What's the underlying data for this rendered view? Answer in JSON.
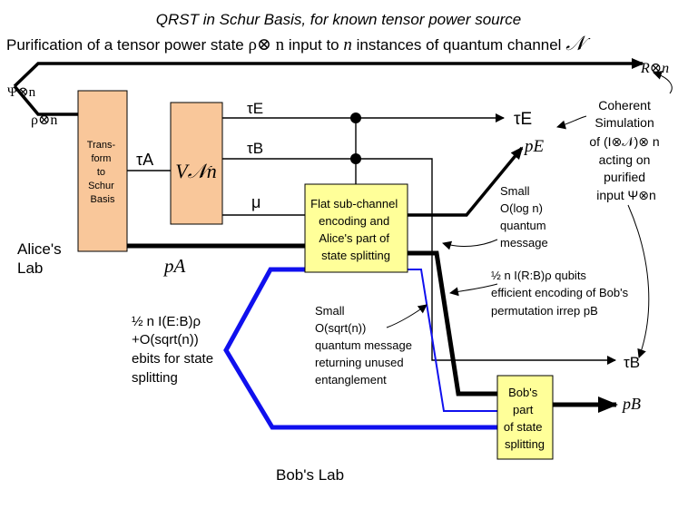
{
  "title": "QRST in Schur Basis, for known tensor power source",
  "subtitle": {
    "prefix": "Purification of a tensor power state ",
    "rho_tensor_n": "ρ⊗ n",
    "middle": " input to ",
    "n": "n",
    "suffix": " instances of quantum channel ",
    "channel": "𝒩"
  },
  "symbols": {
    "psi_tensor_n": "Ψ⊗n",
    "rho_tensor_n": "ρ⊗n",
    "r_tensor_n": "R⊗n",
    "tau_a": "τA",
    "tau_e": "τE",
    "tau_b": "τB",
    "mu": "μ",
    "p_a": "pA",
    "p_e": "pE",
    "p_b": "pB",
    "v_n": "V𝒩n"
  },
  "boxes": {
    "schur_transform": [
      "Trans-",
      "form",
      "to",
      "Schur",
      "Basis"
    ],
    "flat_encoding": [
      "Flat sub-channel",
      "encoding and",
      "Alice's part of",
      "state splitting"
    ],
    "bob_splitting": [
      "Bob's",
      "part",
      "of state",
      "splitting"
    ]
  },
  "labels": {
    "alices_lab": [
      "Alice's",
      "Lab"
    ],
    "bobs_lab": "Bob's Lab",
    "coherent_simulation": [
      "Coherent",
      "Simulation",
      "of (I⊗𝒩)⊗ n",
      "acting on",
      "purified",
      "input Ψ⊗n"
    ],
    "small_log_message": [
      "Small",
      "O(log n)",
      "quantum",
      "message"
    ],
    "bob_encoding": [
      "½ n I(R:B)ρ qubits",
      "efficient encoding of Bob's",
      "permutation irrep pB"
    ],
    "small_sqrt_message": [
      "Small",
      "O(sqrt(n))",
      "quantum message",
      "returning unused",
      "entanglement"
    ],
    "ebits": [
      "½ n I(E:B)ρ",
      "+O(sqrt(n))",
      "ebits for state",
      "splitting"
    ]
  },
  "colors": {
    "box_fill": "#f9c79a",
    "flat_box_fill": "#ffff99",
    "entanglement_blue": "#1010ee",
    "wire": "#000000"
  }
}
